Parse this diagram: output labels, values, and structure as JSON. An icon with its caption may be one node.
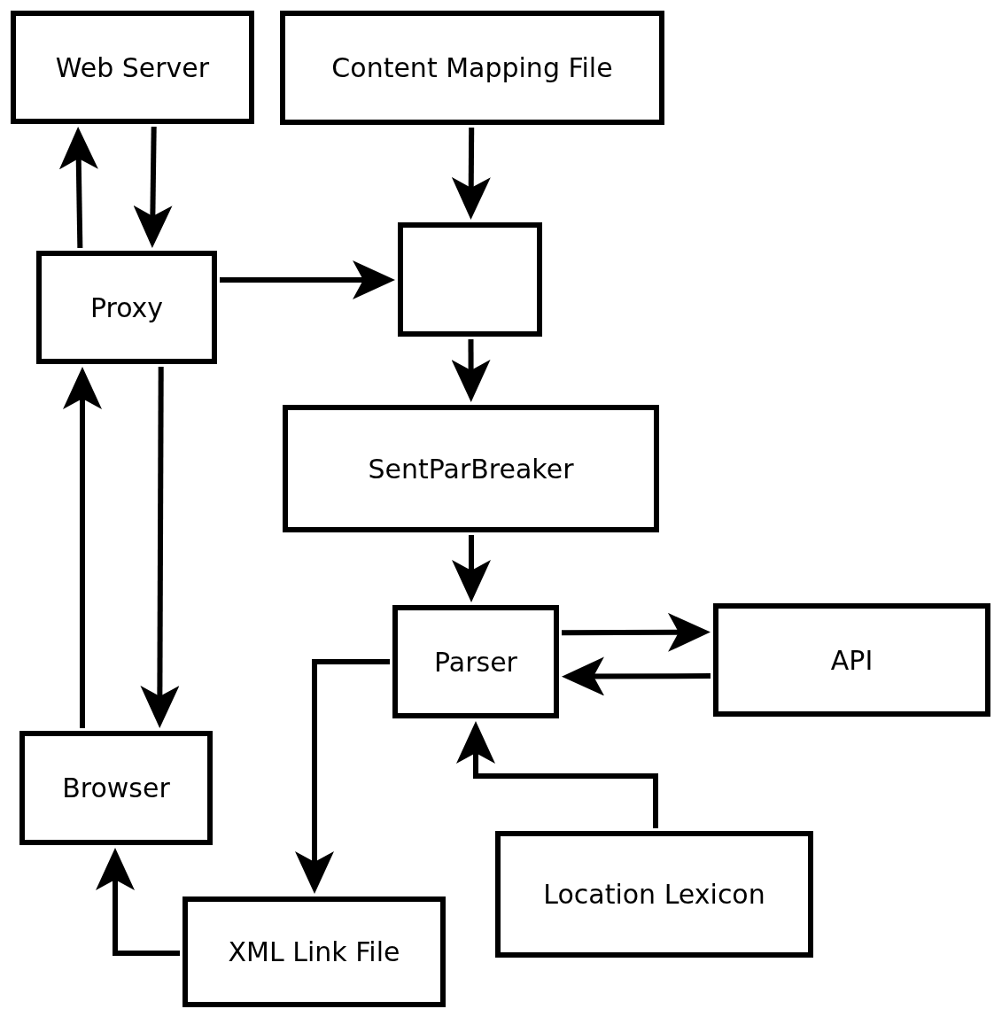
{
  "diagram": {
    "nodes": [
      {
        "text": [
          "Web Server"
        ]
      },
      {
        "text": [
          "Content Mapping File"
        ]
      },
      {
        "text": [
          "Proxy"
        ]
      },
      {
        "text": [],
        "shape": "box"
      },
      {
        "text": [
          "SentParBreaker"
        ]
      },
      {
        "text": [
          "Parser"
        ]
      },
      {
        "text": [
          "API"
        ]
      },
      {
        "text": [
          "Browser"
        ]
      },
      {
        "text": [
          "Location Lexicon"
        ]
      },
      {
        "text": [
          "XML Link File"
        ]
      }
    ],
    "edges": [
      {
        "from": 2,
        "to": 0,
        "arrow": "to"
      },
      {
        "from": 0,
        "to": 2,
        "arrow": "to"
      },
      {
        "from": 1,
        "to": 3,
        "arrow": "to"
      },
      {
        "from": 2,
        "to": 3,
        "arrow": "to"
      },
      {
        "from": 3,
        "to": 4,
        "arrow": "to"
      },
      {
        "from": 4,
        "to": 5,
        "arrow": "to"
      },
      {
        "from": 5,
        "to": 6,
        "arrow": "to"
      },
      {
        "from": 6,
        "to": 5,
        "arrow": "to"
      },
      {
        "from": 5,
        "to": 9,
        "arrow": "to"
      },
      {
        "from": 8,
        "to": 5,
        "arrow": "to"
      },
      {
        "from": 7,
        "to": 2,
        "arrow": "to"
      },
      {
        "from": 2,
        "to": 7,
        "arrow": "to"
      },
      {
        "from": 9,
        "to": 7,
        "arrow": "to"
      }
    ]
  }
}
